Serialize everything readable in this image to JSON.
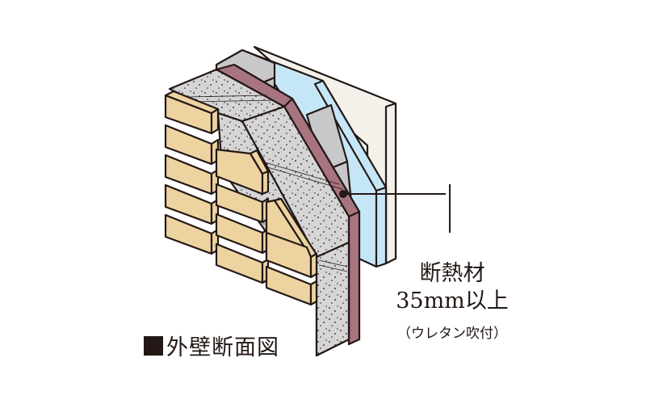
{
  "diagram": {
    "title": "外壁断面図",
    "callout": {
      "line1": "断熱材",
      "line2": "35mm以上",
      "note": "（ウレタン吹付）"
    },
    "layers": [
      {
        "name": "brick-tile-facing",
        "color": "#ecd3a0"
      },
      {
        "name": "concrete-wall",
        "color": "#d5d5d6"
      },
      {
        "name": "urethane-insulation",
        "color": "#a7747f"
      },
      {
        "name": "furring-air-gap",
        "color": "#c8c8ca"
      },
      {
        "name": "insulation-board",
        "color": "#c5e6f7"
      },
      {
        "name": "interior-board",
        "color": "#f4f1ea"
      }
    ],
    "colors": {
      "outline": "#231815",
      "brick": "#ecd3a0",
      "concrete": "#d5d5d6",
      "insulation": "#a7747f",
      "blue_panel": "#c5e6f7",
      "board": "#f4f1ea"
    }
  }
}
